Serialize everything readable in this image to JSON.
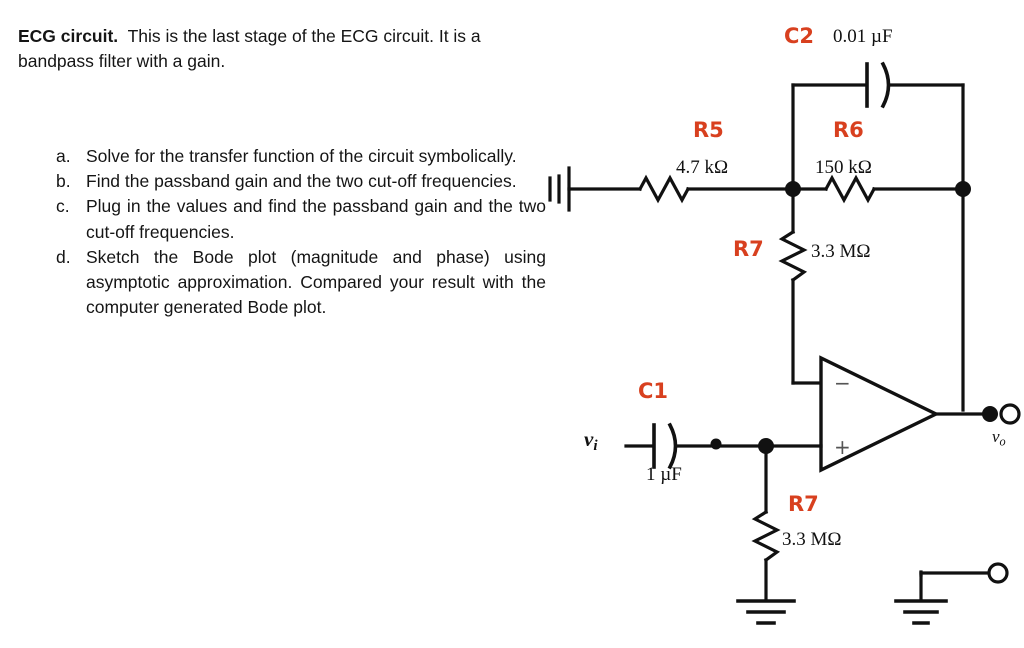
{
  "problem": {
    "title": "ECG circuit.",
    "intro": "This is the last stage of the ECG circuit. It is a bandpass filter with a gain.",
    "tasks": [
      {
        "marker": "a.",
        "text": "Solve for the transfer function of the circuit symbolically."
      },
      {
        "marker": "b.",
        "text": "Find the passband gain and the two cut-off frequencies."
      },
      {
        "marker": "c.",
        "text": "Plug in the values and find the passband gain and the two cut-off frequencies."
      },
      {
        "marker": "d.",
        "text": "Sketch the Bode plot (magnitude and phase) using asymptotic approximation.  Compared your result with the computer generated Bode plot."
      }
    ]
  },
  "circuit": {
    "title": "ECG bandpass filter final stage",
    "accent_color": "#D8401F",
    "wire_color": "#111111",
    "components": {
      "c2": {
        "ref": "C2",
        "value": "0.01 µF",
        "type": "capacitor"
      },
      "r5": {
        "ref": "R5",
        "value": "4.7 kΩ",
        "type": "resistor"
      },
      "r6": {
        "ref": "R6",
        "value": "150 kΩ",
        "type": "resistor"
      },
      "r7_feedback": {
        "ref": "R7",
        "value": "3.3 MΩ",
        "type": "resistor"
      },
      "c1": {
        "ref": "C1",
        "value": "1 µF",
        "type": "capacitor"
      },
      "r7_bias": {
        "ref": "R7",
        "value": "3.3 MΩ",
        "type": "resistor"
      },
      "opamp": {
        "minus": "−",
        "plus": "+",
        "type": "operational-amplifier"
      }
    },
    "terminals": {
      "input": "v",
      "input_sub": "i",
      "output": "v",
      "output_sub": "o"
    }
  }
}
